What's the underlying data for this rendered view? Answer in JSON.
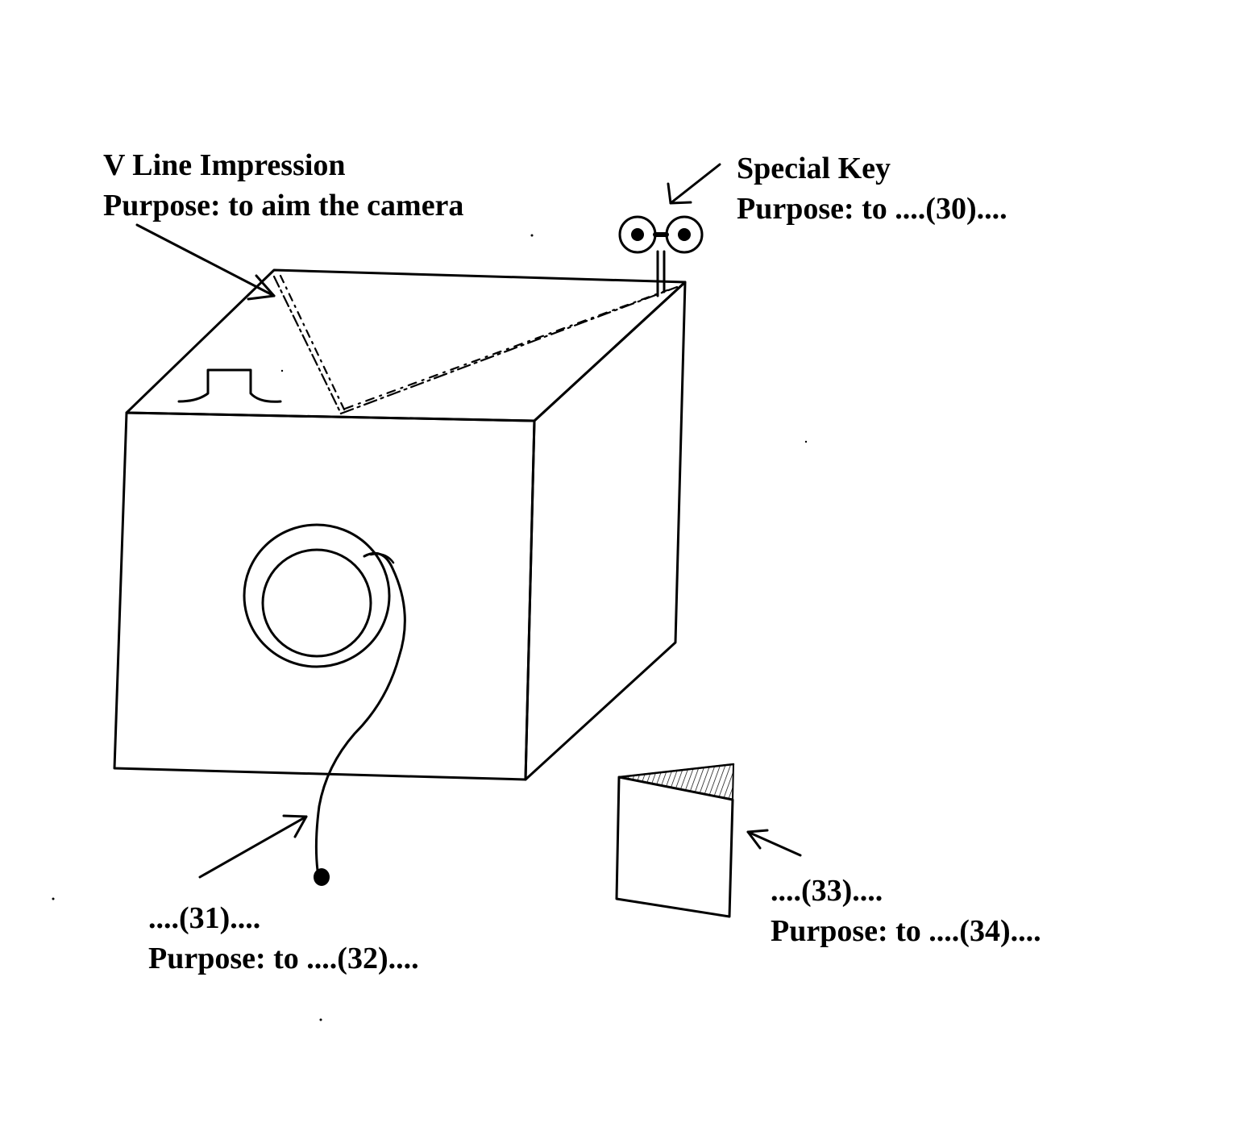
{
  "labels": {
    "v_line": {
      "title": "V Line Impression",
      "purpose": "Purpose:  to aim the camera"
    },
    "special_key": {
      "title": "Special Key",
      "purpose": "Purpose:  to ....(30)...."
    },
    "part_31": {
      "title": "....(31)....",
      "purpose": "Purpose:  to ....(32)...."
    },
    "part_33": {
      "title": "....(33)....",
      "purpose": "Purpose:  to ....(34)...."
    }
  },
  "colors": {
    "ink": "#000000",
    "paper": "#ffffff"
  }
}
